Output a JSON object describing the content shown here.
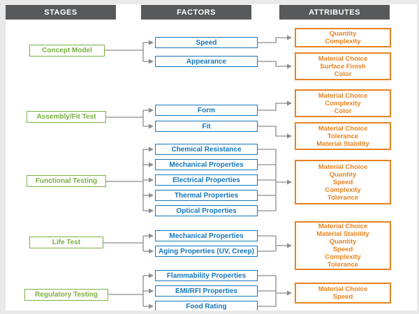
{
  "columns": {
    "stages": {
      "header": "STAGES"
    },
    "factors": {
      "header": "FACTORS"
    },
    "attributes": {
      "header": "ATTRIBUTES"
    }
  },
  "stages": {
    "items": [
      {
        "label": "Concept Model"
      },
      {
        "label": "Assembly/Fit Test"
      },
      {
        "label": "Functional Testing"
      },
      {
        "label": "Life Test"
      },
      {
        "label": "Regulatory Testing"
      }
    ]
  },
  "factors": {
    "items": [
      {
        "label": "Speed"
      },
      {
        "label": "Appearance"
      },
      {
        "label": "Form"
      },
      {
        "label": "Fit"
      },
      {
        "label": "Chemical Resistance"
      },
      {
        "label": "Mechanical Properties"
      },
      {
        "label": "Electrical Properties"
      },
      {
        "label": "Thermal Properties"
      },
      {
        "label": "Optical Properties"
      },
      {
        "label": "Mechanical Properties"
      },
      {
        "label": "Aging Properties (UV, Creep)"
      },
      {
        "label": "Flammability Properties"
      },
      {
        "label": "EMI/RFI Properties"
      },
      {
        "label": "Food Rating"
      }
    ]
  },
  "attributes": {
    "items": [
      {
        "lines": [
          "Quantity",
          "Complexity"
        ]
      },
      {
        "lines": [
          "Material Choice",
          "Surface Finish",
          "Color"
        ]
      },
      {
        "lines": [
          "Material Choice",
          "Complexity",
          "Color"
        ]
      },
      {
        "lines": [
          "Material Choice",
          "Tolerance",
          "Material Stability"
        ]
      },
      {
        "lines": [
          "Material Choice",
          "Quantity",
          "Speed",
          "Complexity",
          "Tolerance"
        ]
      },
      {
        "lines": [
          "Material Choice",
          "Material Stability",
          "Quantity",
          "Speed",
          "Complexity",
          "Tolerance"
        ]
      },
      {
        "lines": [
          "Material Choice",
          "Speed"
        ]
      }
    ]
  },
  "connections": {
    "stage_to_factors": [
      {
        "stage": "Concept Model",
        "factors": [
          "Speed",
          "Appearance"
        ]
      },
      {
        "stage": "Assembly/Fit Test",
        "factors": [
          "Form",
          "Fit"
        ]
      },
      {
        "stage": "Functional Testing",
        "factors": [
          "Chemical Resistance",
          "Mechanical Properties",
          "Electrical Properties",
          "Thermal Properties",
          "Optical Properties"
        ]
      },
      {
        "stage": "Life Test",
        "factors": [
          "Mechanical Properties",
          "Aging Properties (UV, Creep)"
        ]
      },
      {
        "stage": "Regulatory Testing",
        "factors": [
          "Flammability Properties",
          "EMI/RFI Properties",
          "Food Rating"
        ]
      }
    ],
    "factors_to_attribute": [
      {
        "factors": [
          "Speed"
        ],
        "attribute_lines": [
          "Quantity",
          "Complexity"
        ]
      },
      {
        "factors": [
          "Appearance"
        ],
        "attribute_lines": [
          "Material Choice",
          "Surface Finish",
          "Color"
        ]
      },
      {
        "factors": [
          "Form"
        ],
        "attribute_lines": [
          "Material Choice",
          "Complexity",
          "Color"
        ]
      },
      {
        "factors": [
          "Fit"
        ],
        "attribute_lines": [
          "Material Choice",
          "Tolerance",
          "Material Stability"
        ]
      },
      {
        "factors": [
          "Chemical Resistance",
          "Mechanical Properties",
          "Electrical Properties",
          "Thermal Properties",
          "Optical Properties"
        ],
        "attribute_lines": [
          "Material Choice",
          "Quantity",
          "Speed",
          "Complexity",
          "Tolerance"
        ]
      },
      {
        "factors": [
          "Mechanical Properties",
          "Aging Properties (UV, Creep)"
        ],
        "attribute_lines": [
          "Material Choice",
          "Material Stability",
          "Quantity",
          "Speed",
          "Complexity",
          "Tolerance"
        ]
      },
      {
        "factors": [
          "Flammability Properties",
          "EMI/RFI Properties",
          "Food Rating"
        ],
        "attribute_lines": [
          "Material Choice",
          "Speed"
        ]
      }
    ]
  },
  "colors": {
    "header_bg": "#58595b",
    "stage_accent": "#79b043",
    "factor_accent": "#1477bd",
    "attribute_accent": "#e8821f",
    "connector": "#8c8c8c"
  }
}
